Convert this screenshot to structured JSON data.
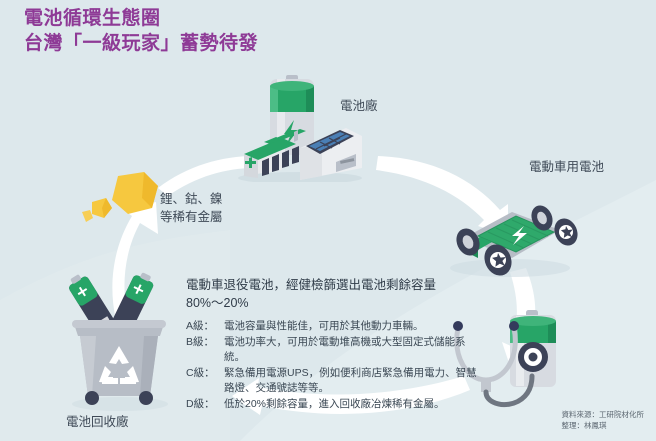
{
  "page": {
    "background_color": "#dde8ec",
    "title_color": "#8e3a96",
    "accent_green": "#27a567",
    "accent_dark": "#3c4257",
    "ore_gold": "#f5c43f",
    "arrow_color": "#ffffff"
  },
  "title": {
    "line1": "電池循環生態圈",
    "line2": "台灣「一級玩家」蓄勢待發"
  },
  "nodes": {
    "factory": {
      "label": "電池廠"
    },
    "ev_battery": {
      "label": "電動車用電池"
    },
    "recycling_plant": {
      "label": "電池回收廠"
    },
    "rare_metals": {
      "line1": "鋰、鈷、鎳",
      "line2": "等稀有金屬"
    }
  },
  "center": {
    "headline": "電動車退役電池，經健檢篩選出電池剩餘容量",
    "range": "80%～20%",
    "grades": [
      {
        "key": "A級：",
        "text": "電池容量與性能佳，可用於其他動力車輛。"
      },
      {
        "key": "B級：",
        "text": "電池功率大，可用於電動堆高機或大型固定式儲能系統。"
      },
      {
        "key": "C級：",
        "text": "緊急備用電源UPS，例如便利商店緊急備用電力、智慧路燈、交通號誌等等。"
      },
      {
        "key": "D級：",
        "text": "低於20%剩餘容量，進入回收廠冶煉稀有金屬。"
      }
    ]
  },
  "credit": {
    "source": "資料來源：工研院材化所",
    "editor": "整理：林鳳琪"
  },
  "icons": {
    "battery_cell": "battery-cell-icon",
    "lightning_bolt": "lightning-bolt-icon",
    "solar_panel": "solar-panel-icon",
    "recycle_symbol": "recycle-symbol-icon",
    "stethoscope": "stethoscope-icon",
    "ore_nugget": "ore-nugget-icon",
    "cycle_arrow": "cycle-arrow-icon"
  }
}
